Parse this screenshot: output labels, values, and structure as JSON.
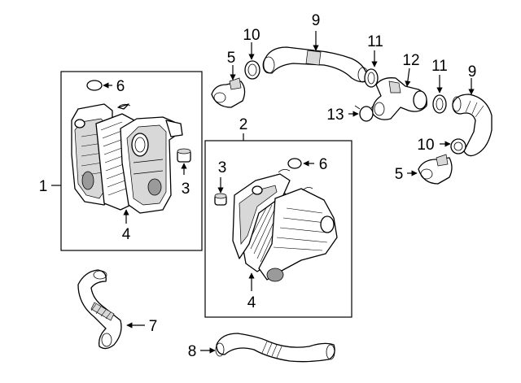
{
  "diagram": {
    "callouts": {
      "left_box_assembly": "1",
      "right_box_assembly": "2",
      "grommet_left": "3",
      "grommet_right": "3",
      "element_left": "4",
      "element_right": "4",
      "sensor_top": "5",
      "sensor_right": "5",
      "oring_left": "6",
      "oring_right": "6",
      "lower_hose_left": "7",
      "lower_hose_bottom": "8",
      "duct_top": "9",
      "duct_right": "9",
      "clamp_top": "10",
      "clamp_right": "10",
      "clamp_mid_a": "11",
      "clamp_mid_b": "11",
      "y_pipe": "12",
      "clamp_small": "13"
    }
  }
}
